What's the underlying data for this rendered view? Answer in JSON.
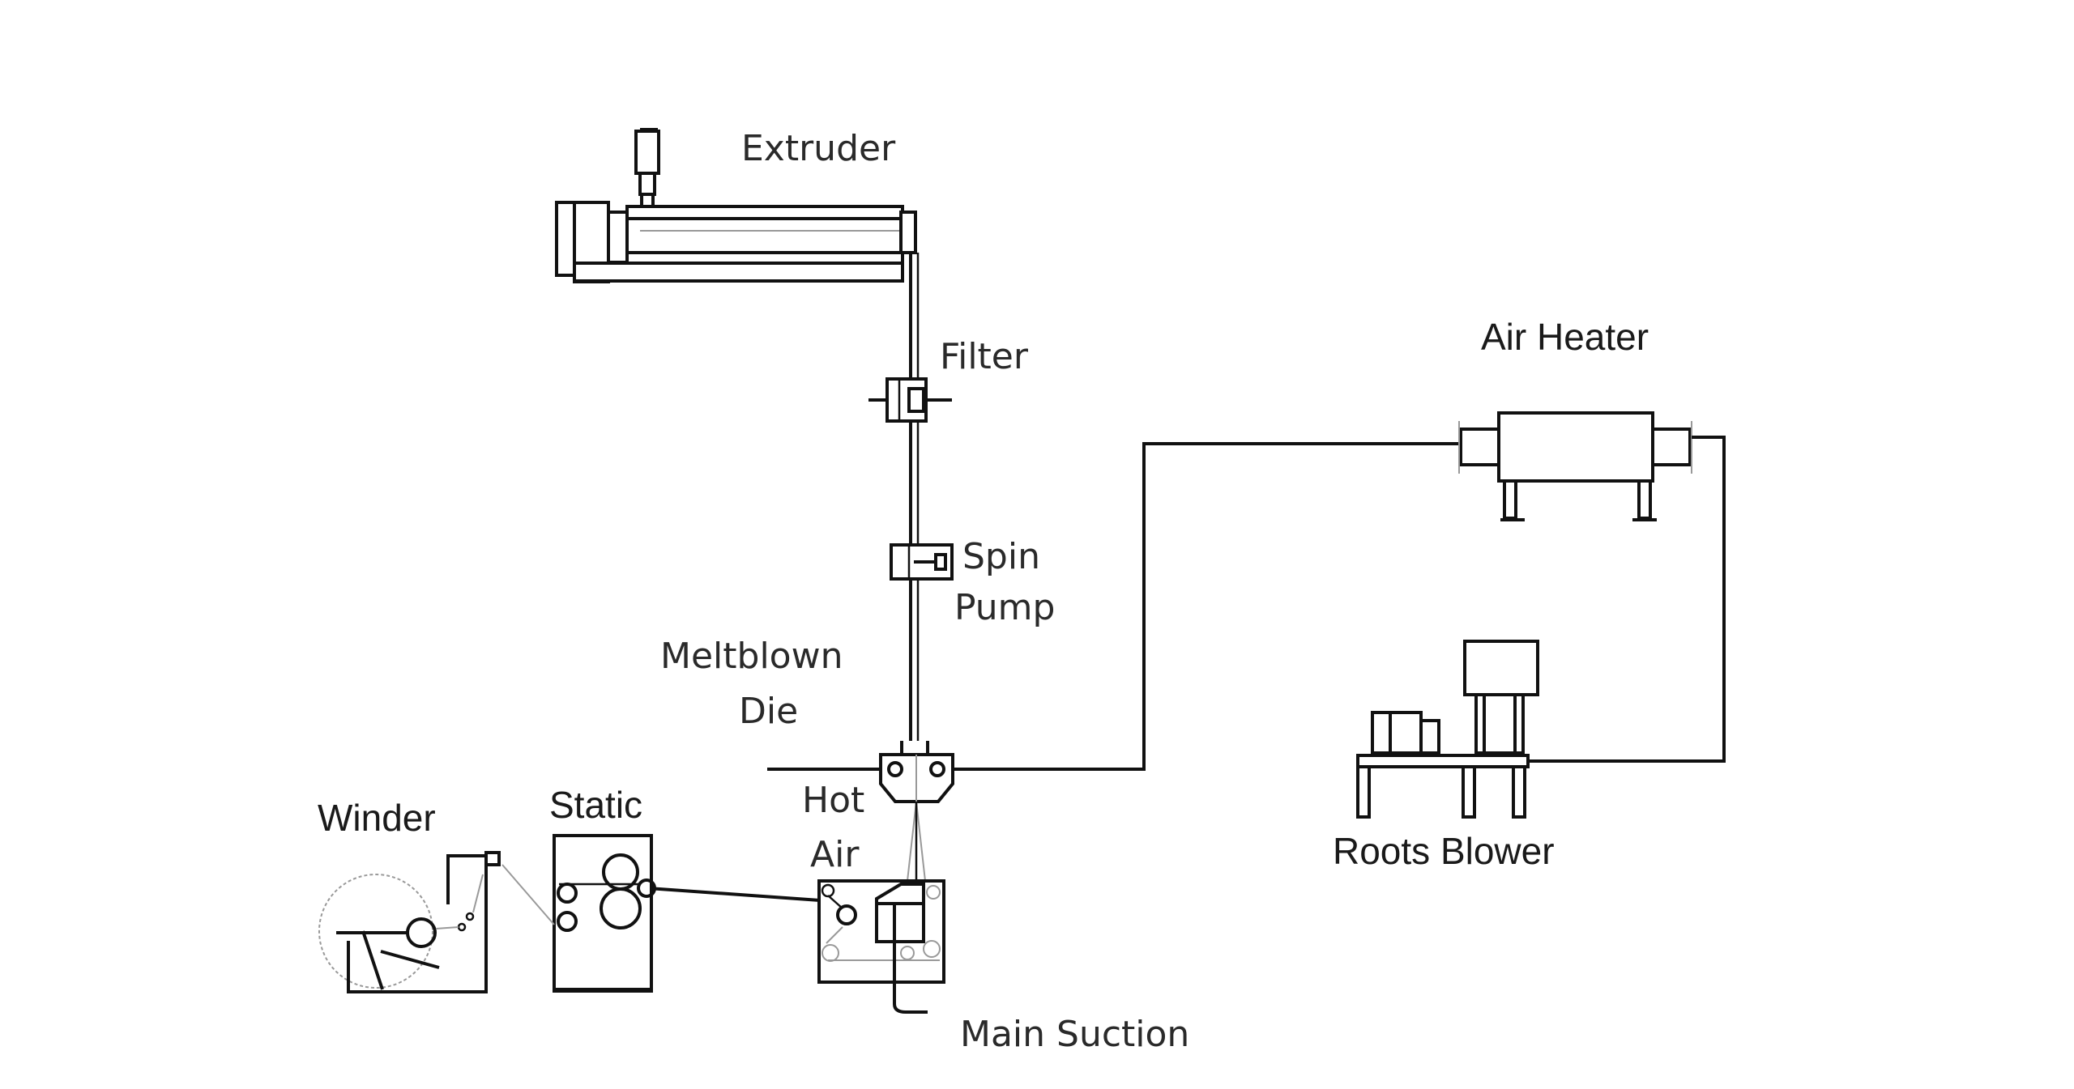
{
  "diagram": {
    "title": "Meltblown process line",
    "labels": {
      "extruder": "Extruder",
      "filter": "Filter",
      "spin_pump_1": "Spin",
      "spin_pump_2": "Pump",
      "die_1": "Meltblown",
      "die_2": "Die",
      "hot_air_1": "Hot",
      "hot_air_2": "Air",
      "air_heater": "Air Heater",
      "roots_blower": "Roots Blower",
      "winder": "Winder",
      "static": "Static",
      "main_suction": "Main Suction"
    },
    "connections": [
      {
        "from": "Extruder",
        "to": "Filter"
      },
      {
        "from": "Filter",
        "to": "Spin Pump"
      },
      {
        "from": "Spin Pump",
        "to": "Meltblown Die"
      },
      {
        "from": "Roots Blower",
        "to": "Air Heater"
      },
      {
        "from": "Air Heater",
        "to": "Meltblown Die"
      },
      {
        "from": "Meltblown Die",
        "to": "Collector"
      },
      {
        "from": "Collector",
        "to": "Static"
      },
      {
        "from": "Static",
        "to": "Winder"
      },
      {
        "from": "Collector",
        "to": "Main Suction"
      }
    ]
  }
}
